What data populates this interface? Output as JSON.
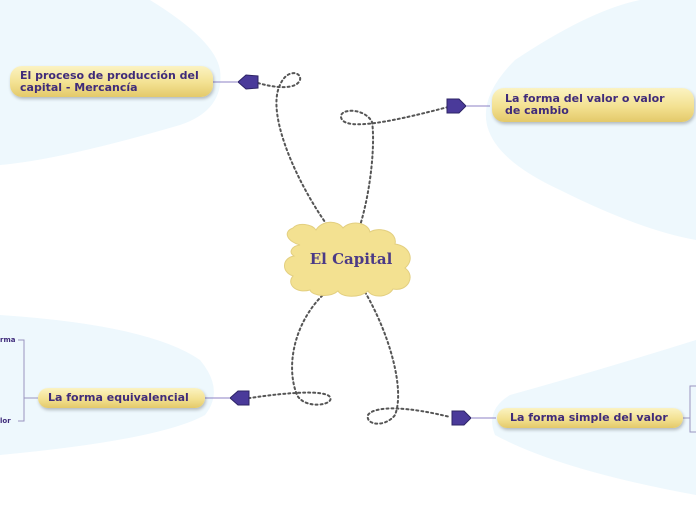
{
  "central": {
    "label": "El Capital"
  },
  "topics": {
    "produccion": "El proceso de producción del capital - Mercancía",
    "valor_cambio": "La forma del valor o valor de cambio",
    "equivalencial": "La forma equivalencial",
    "simple": "La forma simple del valor"
  },
  "subtopics": {
    "left_top": "rma",
    "left_bottom": "lor"
  },
  "colors": {
    "region": "#eef8fd",
    "node_fill": "#f3e191",
    "node_text": "#3f2b7a",
    "arrow": "#4a3a9a",
    "connector": "#555555"
  }
}
